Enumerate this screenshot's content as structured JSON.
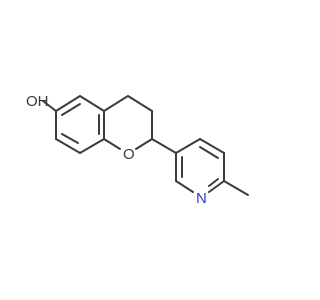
{
  "molecule": {
    "atoms": {
      "hydroxyl": "OH",
      "ring_oxygen": "O",
      "pyridine_nitrogen": "N"
    },
    "colors": {
      "bond": "#3b3b3b",
      "label": "#3b3b3b",
      "nitrogen": "#2a39d6",
      "background": "#ffffff"
    }
  }
}
